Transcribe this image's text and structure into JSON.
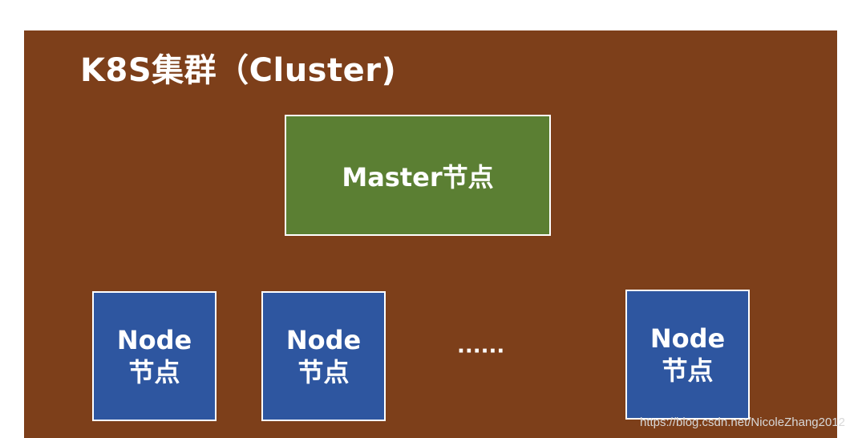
{
  "cluster": {
    "title": "K8S集群（Cluster)",
    "color": "#7d3f1a"
  },
  "master": {
    "label": "Master节点",
    "color": "#5b7f33"
  },
  "nodes": [
    {
      "line1": "Node",
      "line2": "节点"
    },
    {
      "line1": "Node",
      "line2": "节点"
    },
    {
      "line1": "Node",
      "line2": "节点"
    }
  ],
  "node_color": "#2e56a0",
  "ellipsis": "······",
  "watermark": "https://blog.csdn.net/NicoleZhang2012"
}
